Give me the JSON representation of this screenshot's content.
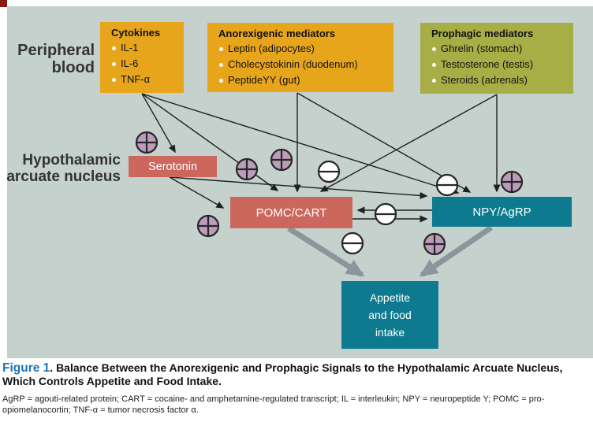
{
  "colors": {
    "background": "#C5D1CC",
    "gold": "#E7A51B",
    "olive": "#A7AE45",
    "salmon": "#CB675D",
    "teal": "#0E7A8F",
    "plus_circle_fill": "#BC9CBC",
    "minus_circle_fill": "#FFFFFF",
    "thick_arrow": "#8C959B",
    "thin_arrow": "#1F1F1F",
    "figure_label_blue": "#1C75BB",
    "corner_mark_red": "#8A1A15"
  },
  "labels": {
    "peripheral_line1": "Peripheral",
    "peripheral_line2": "blood",
    "hypothalamic_line1": "Hypothalamic",
    "hypothalamic_line2": "arcuate nucleus"
  },
  "boxes": {
    "cytokines": {
      "title": "Cytokines",
      "items": [
        "IL-1",
        "IL-6",
        "TNF-α"
      ]
    },
    "anorexigenic": {
      "title": "Anorexigenic mediators",
      "items": [
        "Leptin (adipocytes)",
        "Cholecystokinin (duodenum)",
        "PeptideYY (gut)"
      ]
    },
    "prophagic": {
      "title": "Prophagic mediators",
      "items": [
        "Ghrelin (stomach)",
        "Testosterone (testis)",
        "Steroids (adrenals)"
      ]
    }
  },
  "nodes": {
    "serotonin": "Serotonin",
    "pomc": "POMC/CART",
    "npy": "NPY/AgRP",
    "appetite_line1": "Appetite",
    "appetite_line2": "and food",
    "appetite_line3": "intake"
  },
  "caption": {
    "figure_label": "Figure 1",
    "title": ". Balance Between the Anorexigenic and Prophagic Signals to the Hypothalamic Arcuate Nucleus, Which Controls Appetite and Food Intake.",
    "abbreviations": "AgRP = agouti-related protein; CART = cocaine- and amphetamine-regulated transcript; IL = interleukin; NPY = neuropeptide Y; POMC = pro-opiomelanocortin; TNF-α = tumor necrosis factor α."
  }
}
